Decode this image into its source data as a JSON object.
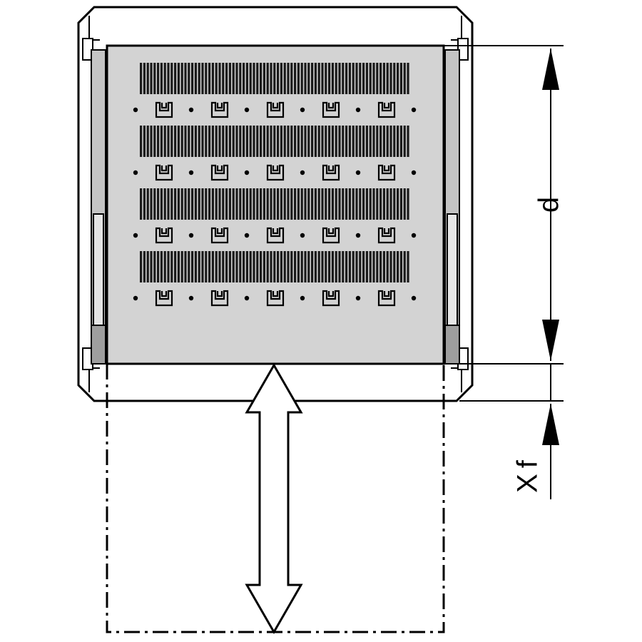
{
  "labels": {
    "depth": "d",
    "extension": "Xf"
  },
  "shelf": {
    "vent_rows": 4,
    "clips_per_row": 5
  },
  "colors": {
    "stroke": "#000000",
    "shelf_fill": "#d3d3d3",
    "vent": "#1a1a1a",
    "rail_fill": "#c4c4c4"
  }
}
